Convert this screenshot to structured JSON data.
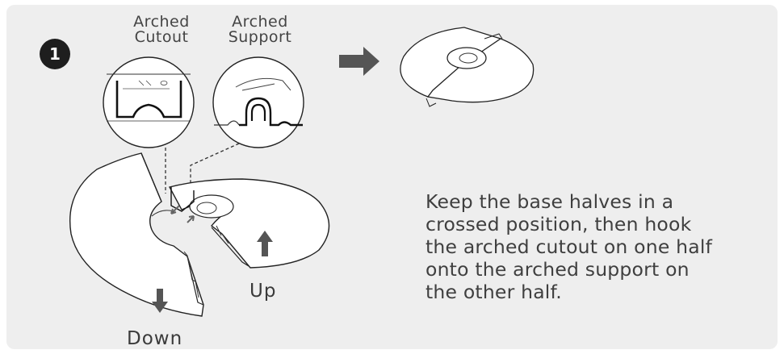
{
  "step": {
    "number": "1"
  },
  "callouts": {
    "cutout_line1": "Arched",
    "cutout_line2": "Cutout",
    "support_line1": "Arched",
    "support_line2": "Support"
  },
  "labels": {
    "up": "Up",
    "down": "Down"
  },
  "instruction": {
    "line1": "Keep the base halves in a",
    "line2": "crossed position, then hook",
    "line3": "the arched cutout on one half",
    "line4": "onto the arched support on",
    "line5": "the other half."
  },
  "colors": {
    "panel": "#eeeeee",
    "ink": "#1e1e1e",
    "arrow": "#555555",
    "text": "#3f3f3f"
  }
}
